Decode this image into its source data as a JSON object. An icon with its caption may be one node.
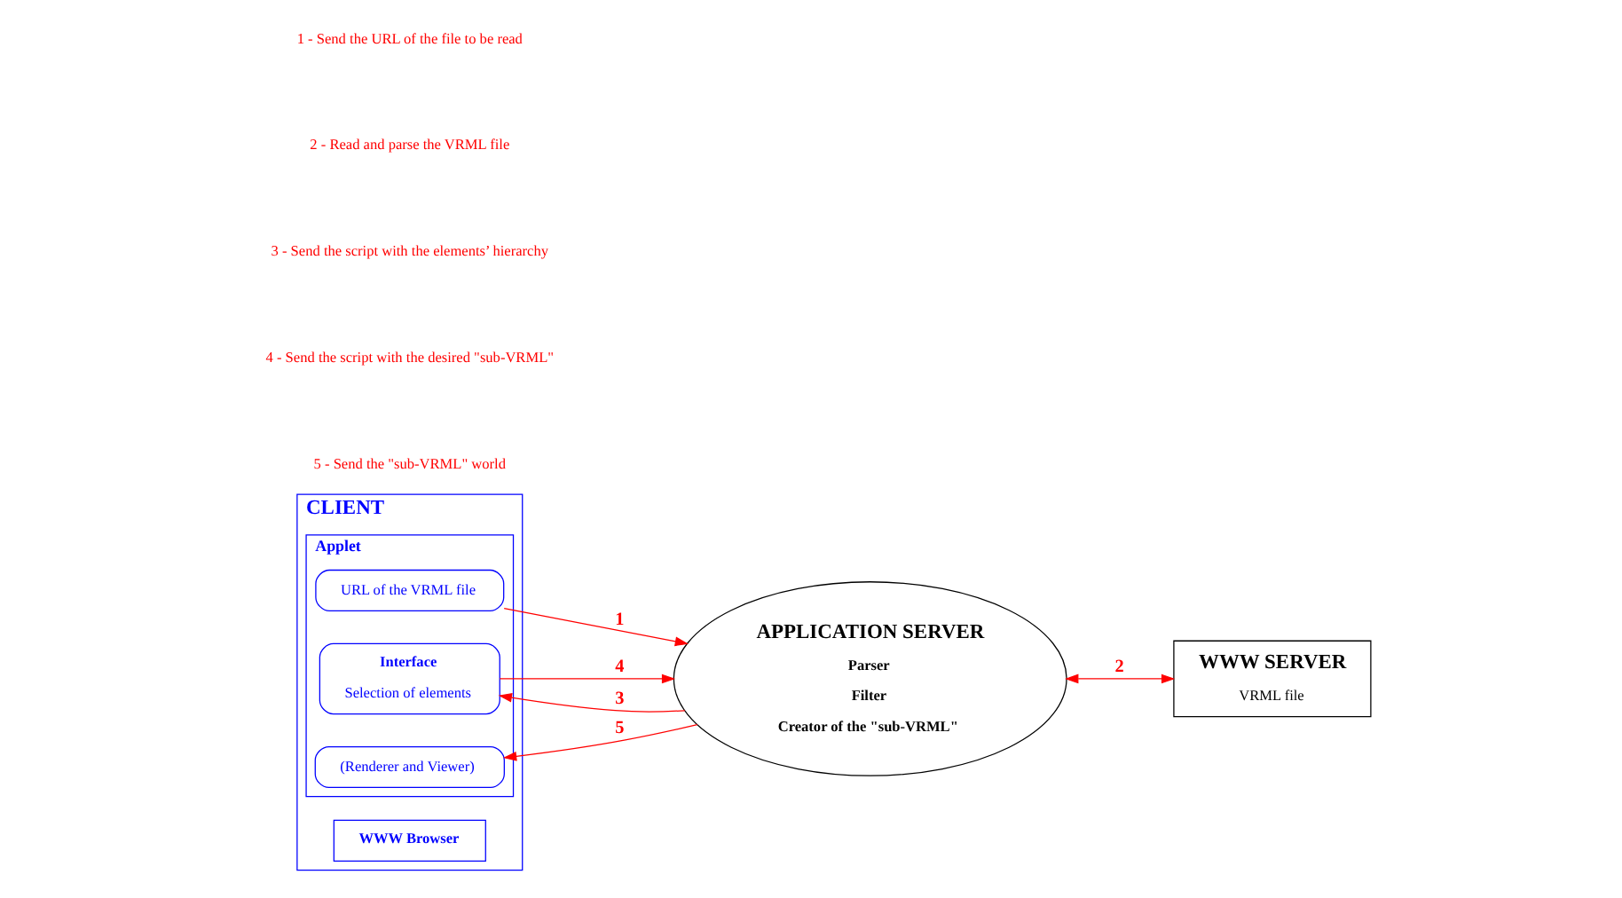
{
  "diagram": {
    "nodes": [
      {
        "text": [
          "CLIENT"
        ]
      },
      {
        "text": [
          "WWW Browser"
        ],
        "in": 0
      },
      {
        "text": [
          "Applet"
        ],
        "in": 0
      },
      {
        "text": [
          "URL of the VRML file"
        ],
        "in": 2
      },
      {
        "text": [
          "Interface",
          "Selection of elements"
        ],
        "in": 2
      },
      {
        "text": [
          "(Renderer and Viewer)"
        ],
        "in": 2
      },
      {
        "text": [
          "APPLICATION SERVER",
          "Parser",
          "Filter",
          "Creator of the \"sub-VRML\""
        ]
      },
      {
        "text": [
          "WWW SERVER",
          "VRML file"
        ]
      }
    ],
    "edges": [
      {
        "from": 3,
        "to": 6,
        "arrow": "to",
        "label": "1"
      },
      {
        "from": 6,
        "to": 7,
        "arrow": "both",
        "label": "2"
      },
      {
        "from": 6,
        "to": 4,
        "arrow": "to",
        "label": "3"
      },
      {
        "from": 4,
        "to": 6,
        "arrow": "to",
        "label": "4"
      },
      {
        "from": 6,
        "to": 5,
        "arrow": "to",
        "label": "5"
      }
    ],
    "labels": [
      "1 - Send the URL of the file to be read",
      "2 - Read and parse the VRML file",
      "3 - Send the script with the elements’ hierarchy",
      "4 - Send the script with the desired \"sub-VRML\"",
      "5 - Send the \"sub-VRML\" world"
    ]
  }
}
